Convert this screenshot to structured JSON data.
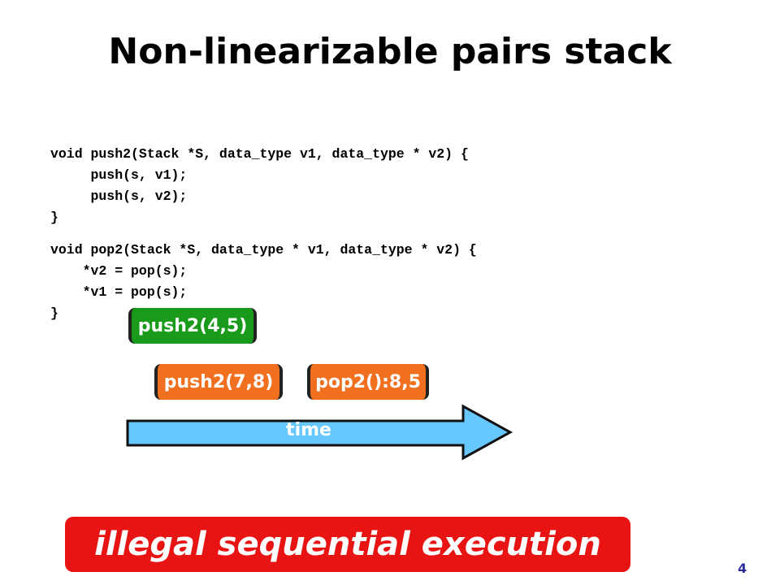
{
  "slide": {
    "title": "Non-linearizable pairs stack",
    "page_number": "4"
  },
  "code": {
    "push2": [
      "void push2(Stack *S, data_type v1, data_type * v2) {",
      "     push(s, v1);",
      "     push(s, v2);",
      "}"
    ],
    "pop2": [
      "void pop2(Stack *S, data_type * v1, data_type * v2) {",
      "    *v2 = pop(s);",
      "    *v1 = pop(s);",
      "}"
    ]
  },
  "diagram": {
    "operations": {
      "push2_45": "push2(4,5)",
      "push2_78": "push2(7,8)",
      "pop2": "pop2():8,5"
    },
    "time_label": "time"
  },
  "verdict": "illegal sequential execution",
  "colors": {
    "green_op": "#1a9a1a",
    "orange_op": "#f07020",
    "time_arrow": "#66c8ff",
    "verdict_bg": "#e81414"
  }
}
